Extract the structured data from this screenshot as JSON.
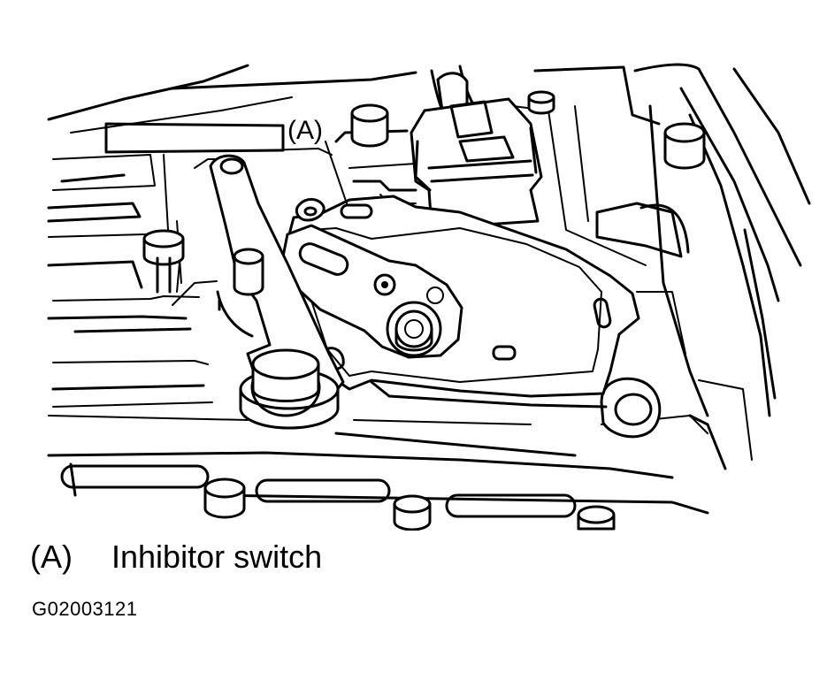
{
  "diagram": {
    "callout_marker": "(A)"
  },
  "legend": {
    "key": "(A)",
    "label": "Inhibitor switch"
  },
  "figure_code": "G02003121"
}
